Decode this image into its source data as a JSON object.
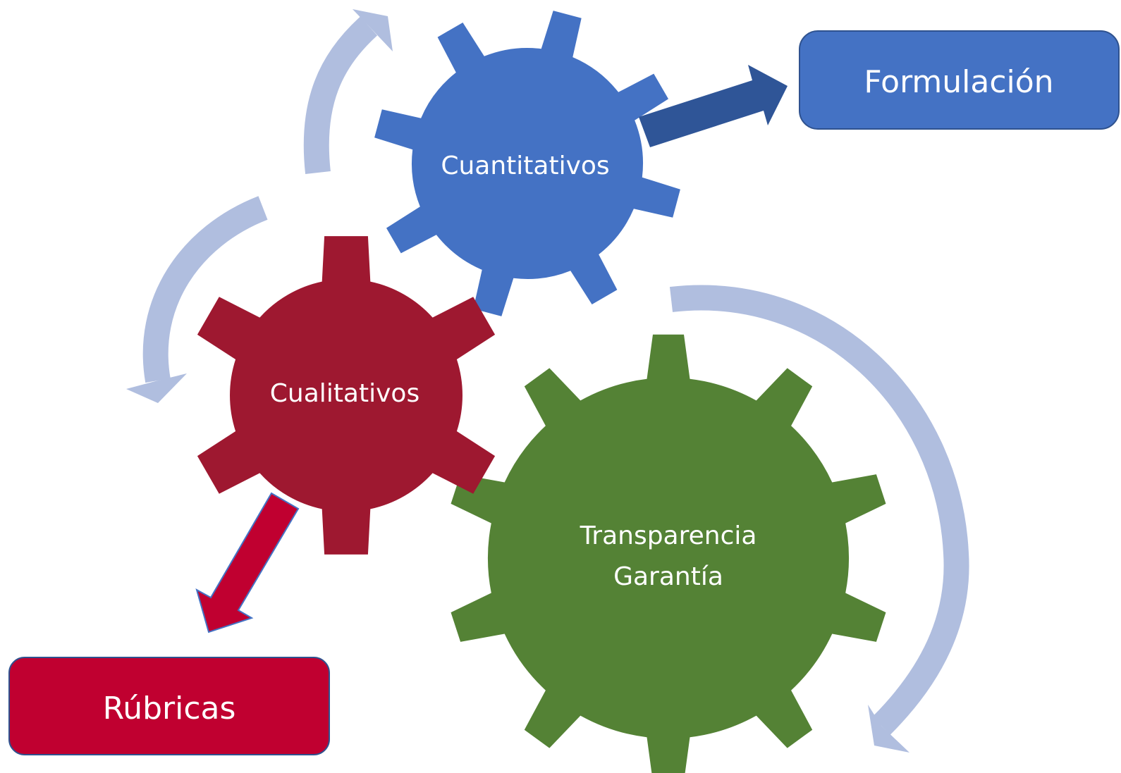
{
  "gears": {
    "cuantitativos": {
      "label": "Cuantitativos",
      "color": "#4472C4"
    },
    "cualitativos": {
      "label": "Cualitativos",
      "color": "#9E1830"
    },
    "transparencia": {
      "line1": "Transparencia",
      "line2": "Garantía",
      "color": "#548235"
    }
  },
  "boxes": {
    "formulacion": {
      "label": "Formulación",
      "color": "#4472C4",
      "border": "#2F528F"
    },
    "rubricas": {
      "label": "Rúbricas",
      "color": "#C00030",
      "border": "#2F528F"
    }
  },
  "arrows": {
    "cycle_color": "#B0BEDF",
    "to_formulacion_color": "#2F5597",
    "to_rubricas_color": "#C00030",
    "to_rubricas_border": "#4472C4"
  }
}
